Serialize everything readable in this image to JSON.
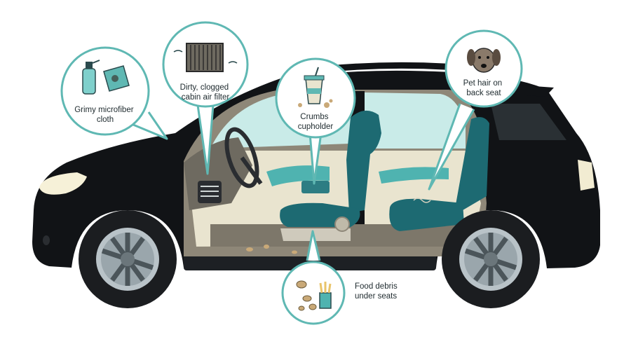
{
  "callouts": [
    {
      "id": "cloth",
      "lines": [
        "Grimy microfiber",
        "cloth"
      ]
    },
    {
      "id": "filter",
      "lines": [
        "Dirty, clogged",
        "cabin air filter"
      ]
    },
    {
      "id": "crumbs",
      "lines": [
        "Crumbs",
        "cupholder"
      ]
    },
    {
      "id": "pet",
      "lines": [
        "Pet hair on",
        "back seat"
      ]
    },
    {
      "id": "food",
      "lines": [
        "Food debris",
        "under seats"
      ]
    }
  ],
  "colors": {
    "body": "#111316",
    "interior": "#e9e4cf",
    "seat": "#1d6a72",
    "teal": "#4fb3b0",
    "ring": "#5fb8b3",
    "tire": "#1b1d20",
    "rim": "#b9c3c8",
    "window": "#c9ebe8"
  },
  "icons": [
    "spray-bottle-icon",
    "microfiber-cloth-icon",
    "air-filter-icon",
    "drink-cup-icon",
    "dog-icon",
    "fries-icon"
  ]
}
